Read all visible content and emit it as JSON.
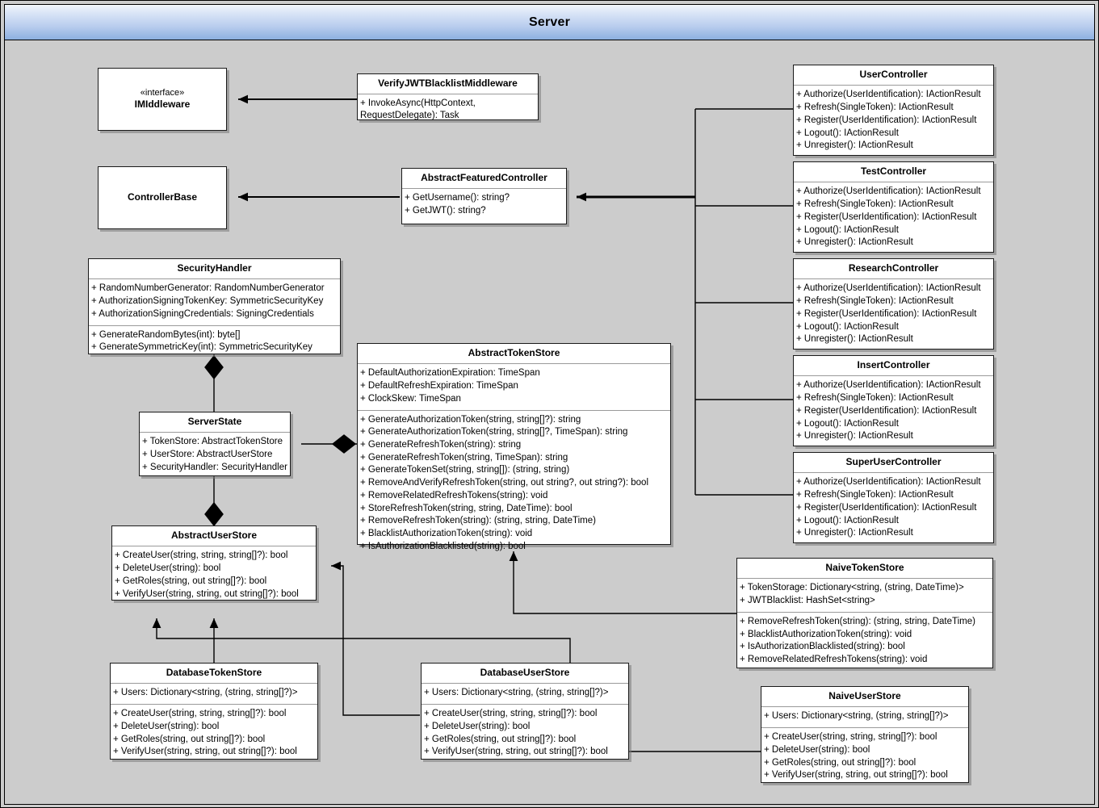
{
  "diagram": {
    "package_title": "Server",
    "type": "uml-class-diagram"
  },
  "classes": {
    "imiddleware": {
      "stereotype": "«interface»",
      "name": "IMIddleware",
      "attributes": [],
      "methods": []
    },
    "verify_jwt_blacklist_middleware": {
      "name": "VerifyJWTBlacklistMiddleware",
      "attributes": [],
      "methods": [
        "+ InvokeAsync(HttpContext, RequestDelegate): Task"
      ]
    },
    "controller_base": {
      "name": "ControllerBase",
      "attributes": [],
      "methods": []
    },
    "abstract_featured_controller": {
      "name": "AbstractFeaturedController",
      "attributes": [],
      "methods": [
        "+ GetUsername(): string?",
        "+ GetJWT(): string?"
      ]
    },
    "security_handler": {
      "name": "SecurityHandler",
      "attributes": [
        "+ RandomNumberGenerator: RandomNumberGenerator",
        "+ AuthorizationSigningTokenKey: SymmetricSecurityKey",
        "+ AuthorizationSigningCredentials: SigningCredentials"
      ],
      "methods": [
        "+ GenerateRandomBytes(int): byte[]",
        "+ GenerateSymmetricKey(int): SymmetricSecurityKey"
      ]
    },
    "server_state": {
      "name": "ServerState",
      "attributes": [
        "+ TokenStore: AbstractTokenStore",
        "+ UserStore: AbstractUserStore",
        "+ SecurityHandler: SecurityHandler"
      ],
      "methods": []
    },
    "abstract_token_store": {
      "name": "AbstractTokenStore",
      "attributes": [
        "+ DefaultAuthorizationExpiration: TimeSpan",
        "+ DefaultRefreshExpiration: TimeSpan",
        "+ ClockSkew: TimeSpan"
      ],
      "methods": [
        "+ GenerateAuthorizationToken(string, string[]?): string",
        "+ GenerateAuthorizationToken(string, string[]?, TimeSpan): string",
        "+ GenerateRefreshToken(string): string",
        "+ GenerateRefreshToken(string, TimeSpan): string",
        "+ GenerateTokenSet(string, string[]): (string, string)",
        "+ RemoveAndVerifyRefreshToken(string, out string?, out string?): bool",
        "+ RemoveRelatedRefreshTokens(string): void",
        "+ StoreRefreshToken(string, string, DateTime): bool",
        "+ RemoveRefreshToken(string): (string, string, DateTime)",
        "+ BlacklistAuthorizationToken(string): void",
        "+ IsAuthorizationBlacklisted(string): bool"
      ]
    },
    "abstract_user_store": {
      "name": "AbstractUserStore",
      "attributes": [],
      "methods": [
        "+ CreateUser(string, string, string[]?): bool",
        "+ DeleteUser(string): bool",
        "+ GetRoles(string, out string[]?): bool",
        "+ VerifyUser(string, string, out string[]?): bool"
      ]
    },
    "database_token_store": {
      "name": "DatabaseTokenStore",
      "attributes": [
        "+ Users: Dictionary<string, (string, string[]?)>"
      ],
      "methods": [
        "+ CreateUser(string, string, string[]?): bool",
        "+ DeleteUser(string): bool",
        "+ GetRoles(string, out string[]?): bool",
        "+ VerifyUser(string, string, out string[]?): bool"
      ]
    },
    "database_user_store": {
      "name": "DatabaseUserStore",
      "attributes": [
        "+ Users: Dictionary<string, (string, string[]?)>"
      ],
      "methods": [
        "+ CreateUser(string, string, string[]?): bool",
        "+ DeleteUser(string): bool",
        "+ GetRoles(string, out string[]?): bool",
        "+ VerifyUser(string, string, out string[]?): bool"
      ]
    },
    "naive_token_store": {
      "name": "NaiveTokenStore",
      "attributes": [
        "+ TokenStorage: Dictionary<string, (string, DateTime)>",
        "+ JWTBlacklist: HashSet<string>"
      ],
      "methods": [
        "+ RemoveRefreshToken(string): (string, string, DateTime)",
        "+ BlacklistAuthorizationToken(string): void",
        "+ IsAuthorizationBlacklisted(string): bool",
        "+ RemoveRelatedRefreshTokens(string): void"
      ]
    },
    "naive_user_store": {
      "name": "NaiveUserStore",
      "attributes": [
        "+ Users: Dictionary<string, (string, string[]?)>"
      ],
      "methods": [
        "+ CreateUser(string, string, string[]?): bool",
        "+ DeleteUser(string): bool",
        "+ GetRoles(string, out string[]?): bool",
        "+ VerifyUser(string, string, out string[]?): bool"
      ]
    },
    "user_controller": {
      "name": "UserController",
      "attributes": [],
      "methods": [
        "+ Authorize(UserIdentification): IActionResult",
        "+ Refresh(SingleToken): IActionResult",
        "+ Register(UserIdentification): IActionResult",
        "+ Logout(): IActionResult",
        "+ Unregister(): IActionResult"
      ]
    },
    "test_controller": {
      "name": "TestController",
      "attributes": [],
      "methods": [
        "+ Authorize(UserIdentification): IActionResult",
        "+ Refresh(SingleToken): IActionResult",
        "+ Register(UserIdentification): IActionResult",
        "+ Logout(): IActionResult",
        "+ Unregister(): IActionResult"
      ]
    },
    "research_controller": {
      "name": "ResearchController",
      "attributes": [],
      "methods": [
        "+ Authorize(UserIdentification): IActionResult",
        "+ Refresh(SingleToken): IActionResult",
        "+ Register(UserIdentification): IActionResult",
        "+ Logout(): IActionResult",
        "+ Unregister(): IActionResult"
      ]
    },
    "insert_controller": {
      "name": "InsertController",
      "attributes": [],
      "methods": [
        "+ Authorize(UserIdentification): IActionResult",
        "+ Refresh(SingleToken): IActionResult",
        "+ Register(UserIdentification): IActionResult",
        "+ Logout(): IActionResult",
        "+ Unregister(): IActionResult"
      ]
    },
    "super_user_controller": {
      "name": "SuperUserController",
      "attributes": [],
      "methods": [
        "+ Authorize(UserIdentification): IActionResult",
        "+ Refresh(SingleToken): IActionResult",
        "+ Register(UserIdentification): IActionResult",
        "+ Logout(): IActionResult",
        "+ Unregister(): IActionResult"
      ]
    }
  },
  "relationships": [
    {
      "from": "VerifyJWTBlacklistMiddleware",
      "to": "IMIddleware",
      "kind": "realization-arrow"
    },
    {
      "from": "AbstractFeaturedController",
      "to": "ControllerBase",
      "kind": "generalization-arrow"
    },
    {
      "from": "UserController",
      "to": "AbstractFeaturedController",
      "kind": "generalization-arrow"
    },
    {
      "from": "TestController",
      "to": "AbstractFeaturedController",
      "kind": "generalization-arrow"
    },
    {
      "from": "ResearchController",
      "to": "AbstractFeaturedController",
      "kind": "generalization-arrow"
    },
    {
      "from": "InsertController",
      "to": "AbstractFeaturedController",
      "kind": "generalization-arrow"
    },
    {
      "from": "SuperUserController",
      "to": "AbstractFeaturedController",
      "kind": "generalization-arrow"
    },
    {
      "from": "ServerState",
      "to": "SecurityHandler",
      "kind": "composition-diamond"
    },
    {
      "from": "ServerState",
      "to": "AbstractUserStore",
      "kind": "composition-diamond"
    },
    {
      "from": "ServerState",
      "to": "AbstractTokenStore",
      "kind": "composition-diamond"
    },
    {
      "from": "NaiveTokenStore",
      "to": "AbstractTokenStore",
      "kind": "generalization-arrow"
    },
    {
      "from": "DatabaseTokenStore",
      "to": "AbstractUserStore",
      "kind": "generalization-arrow"
    },
    {
      "from": "DatabaseUserStore",
      "to": "AbstractUserStore",
      "kind": "generalization-arrow"
    },
    {
      "from": "NaiveUserStore",
      "to": "AbstractUserStore",
      "kind": "generalization-arrow"
    }
  ],
  "colors": {
    "canvas_background": "#cccccc",
    "class_fill": "#ffffff",
    "class_border": "#1a1a1a",
    "header_gradient_top": "#f2f6fc",
    "header_gradient_bottom": "#8cafe0",
    "connector": "#000000"
  }
}
